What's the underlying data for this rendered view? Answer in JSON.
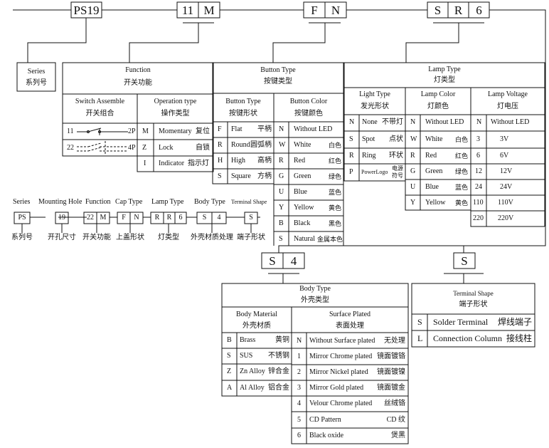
{
  "code_boxes": {
    "ps19": "PS19",
    "c11": "11",
    "m": "M",
    "f": "F",
    "n": "N",
    "s": "S",
    "r": "R",
    "six": "6",
    "body_s": "S",
    "body_4": "4",
    "terminal_s": "S"
  },
  "series": {
    "en": "Series",
    "cn": "系列号"
  },
  "function": {
    "title": "Function",
    "title_cn": "开关功能",
    "switch_header": "Switch  Assemble",
    "switch_header_cn": "开关组合",
    "operation_header": "Operation type",
    "operation_header_cn": "操作类型",
    "switch_rows": [
      {
        "code": "11",
        "label": "2P"
      },
      {
        "code": "22",
        "label": "4P"
      }
    ],
    "operation_rows": [
      {
        "code": "M",
        "en": "Momentary",
        "cn": "复位"
      },
      {
        "code": "Z",
        "en": "Lock",
        "cn": "自锁"
      },
      {
        "code": "I",
        "en": "Indicator",
        "cn": "指示灯"
      }
    ]
  },
  "button": {
    "title": "Button   Type",
    "title_cn": "按键类型",
    "type_header": "Button Type",
    "type_header_cn": "按键形状",
    "color_header": "Button Color",
    "color_header_cn": "按键颜色",
    "types": [
      {
        "code": "F",
        "en": "Flat",
        "cn": "平柄"
      },
      {
        "code": "R",
        "en": "Round",
        "cn": "圆弧柄"
      },
      {
        "code": "H",
        "en": "High",
        "cn": "高柄"
      },
      {
        "code": "S",
        "en": "Square",
        "cn": "方柄"
      }
    ],
    "colors": [
      {
        "code": "N",
        "en": "Without LED",
        "cn": ""
      },
      {
        "code": "W",
        "en": "White",
        "cn": "白色"
      },
      {
        "code": "R",
        "en": "Red",
        "cn": "红色"
      },
      {
        "code": "G",
        "en": "Green",
        "cn": "绿色"
      },
      {
        "code": "U",
        "en": "Blue",
        "cn": "蓝色"
      },
      {
        "code": "Y",
        "en": "Yellow",
        "cn": "黄色"
      },
      {
        "code": "B",
        "en": "Black",
        "cn": "黑色"
      },
      {
        "code": "S",
        "en": "Natural",
        "cn": "金属本色"
      }
    ]
  },
  "lamp": {
    "title": "Lamp   Type",
    "title_cn": "灯类型",
    "style_header": "Light Type",
    "style_header_cn": "发光形状",
    "color_header": "Lamp  Color",
    "color_header_cn": "灯颜色",
    "voltage_header": "Lamp Voltage",
    "voltage_header_cn": "灯电压",
    "styles": [
      {
        "code": "N",
        "en": "None",
        "cn": "不带灯"
      },
      {
        "code": "S",
        "en": "Spot",
        "cn": "点状"
      },
      {
        "code": "R",
        "en": "Ring",
        "cn": "环状"
      },
      {
        "code": "P",
        "en": "PowerLogo",
        "cn": "电源符号"
      }
    ],
    "colors": [
      {
        "code": "N",
        "en": "Without LED",
        "cn": ""
      },
      {
        "code": "W",
        "en": "White",
        "cn": "白色"
      },
      {
        "code": "R",
        "en": "Red",
        "cn": "红色"
      },
      {
        "code": "G",
        "en": "Green",
        "cn": "绿色"
      },
      {
        "code": "U",
        "en": "Blue",
        "cn": "蓝色"
      },
      {
        "code": "Y",
        "en": "Yellow",
        "cn": "黄色"
      }
    ],
    "voltages": [
      {
        "code": "N",
        "value": "Without LED"
      },
      {
        "code": "3",
        "value": "3V"
      },
      {
        "code": "6",
        "value": "6V"
      },
      {
        "code": "12",
        "value": "12V"
      },
      {
        "code": "24",
        "value": "24V"
      },
      {
        "code": "110",
        "value": "110V"
      },
      {
        "code": "220",
        "value": "220V"
      }
    ]
  },
  "example": {
    "header": [
      "Series",
      "Mounting Hole",
      "Function",
      "Cap Type",
      "Lamp   Type",
      "Body Type",
      "Terminal Shape"
    ],
    "codes": {
      "ps": "PS",
      "hole": "19",
      "func_a": "22",
      "func_b": "M",
      "cap_a": "F",
      "cap_b": "N",
      "lamp_a": "R",
      "lamp_b": "R",
      "lamp_c": "6",
      "body_a": "S",
      "body_b": "4",
      "term": "S"
    },
    "labels_cn": [
      "系列号",
      "开孔尺寸",
      "开关功能",
      "上盖形状",
      "灯类型",
      "外壳材质处理",
      "端子形状"
    ]
  },
  "body": {
    "title": "Body Type",
    "title_cn": "外壳类型",
    "material_header": "Body Material",
    "material_header_cn": "外壳材质",
    "surface_header": "Surface  Plated",
    "surface_header_cn": "表面处理",
    "materials": [
      {
        "code": "B",
        "en": "Brass",
        "cn": "黄铜"
      },
      {
        "code": "S",
        "en": "SUS",
        "cn": "不锈钢"
      },
      {
        "code": "Z",
        "en": "Zn Alloy",
        "cn": "锌合金"
      },
      {
        "code": "A",
        "en": "Al Alloy",
        "cn": "铝合金"
      }
    ],
    "surfaces": [
      {
        "code": "N",
        "en": "Without Surface plated",
        "cn": "无处理"
      },
      {
        "code": "1",
        "en": "Mirror Chrome plated",
        "cn": "镜面镀铬"
      },
      {
        "code": "2",
        "en": "Mirror Nickel plated",
        "cn": "镜面镀镍"
      },
      {
        "code": "3",
        "en": "Mirror Gold plated",
        "cn": "镜面镀金"
      },
      {
        "code": "4",
        "en": "Velour Chrome plated",
        "cn": "丝绒铬"
      },
      {
        "code": "5",
        "en": "CD Pattern",
        "cn": "CD 纹"
      },
      {
        "code": "6",
        "en": "Black oxide",
        "cn": "煲黑"
      }
    ]
  },
  "terminal": {
    "title": "Terminal Shape",
    "title_cn": "端子形状",
    "rows": [
      {
        "code": "S",
        "en": "Solder Terminal",
        "cn": "焊线端子"
      },
      {
        "code": "L",
        "en": "Connection Column",
        "cn": "接线柱"
      }
    ]
  }
}
